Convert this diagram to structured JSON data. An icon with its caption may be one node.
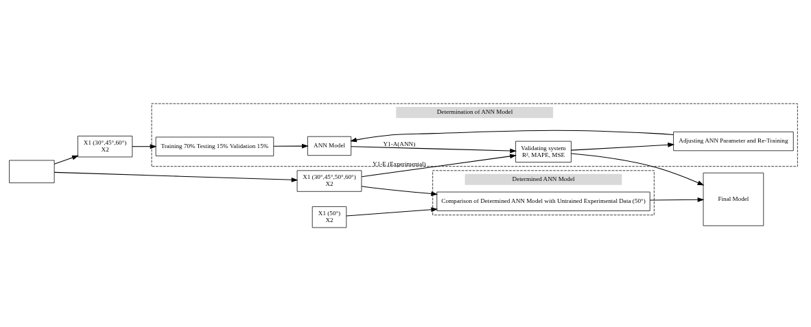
{
  "diagram": {
    "nodes": [
      {
        "text": [],
        "shape": "box"
      },
      {
        "text": [
          "X1 (30°,45°,50°,60°)",
          "X2"
        ]
      },
      {
        "text": [
          "X1 (30°,45°,60°)",
          "X2"
        ]
      },
      {
        "text": [
          "Determination of ANN Model"
        ]
      },
      {
        "text": [
          "Training 70% Testing 15% Validation 15%"
        ],
        "in": 3
      },
      {
        "text": [
          "ANN Model"
        ],
        "in": 3
      },
      {
        "text": [
          "Validating system",
          "R², MAPE, MSE"
        ],
        "in": 3
      },
      {
        "text": [
          "Adjusting ANN Parameter and Re-Training"
        ],
        "in": 3
      },
      {
        "text": [
          "Determined ANN Model"
        ]
      },
      {
        "text": [
          "Comparison of Determined ANN Model with Untrained Experimental Data (50°)"
        ],
        "in": 8
      },
      {
        "text": [
          "X1 (50°)",
          "X2"
        ]
      },
      {
        "text": [
          "Final Model"
        ]
      }
    ],
    "edges": [
      {
        "from": 0,
        "to": 1,
        "arrow": "to"
      },
      {
        "from": 0,
        "to": 2,
        "arrow": "to"
      },
      {
        "from": 1,
        "to": 6,
        "arrow": "to",
        "label": "Y1-E (Experimental)"
      },
      {
        "from": 2,
        "to": 4,
        "arrow": "to"
      },
      {
        "from": 4,
        "to": 5,
        "arrow": "to"
      },
      {
        "from": 5,
        "to": 6,
        "arrow": "to",
        "label": "Y1-A(ANN)"
      },
      {
        "from": 6,
        "to": 7,
        "arrow": "to"
      },
      {
        "from": 7,
        "to": 5,
        "arrow": "to"
      },
      {
        "from": 1,
        "to": 9,
        "arrow": "to"
      },
      {
        "from": 10,
        "to": 9,
        "arrow": "to"
      },
      {
        "from": 6,
        "to": 11,
        "arrow": "to"
      },
      {
        "from": 9,
        "to": 11,
        "arrow": "to"
      }
    ]
  }
}
